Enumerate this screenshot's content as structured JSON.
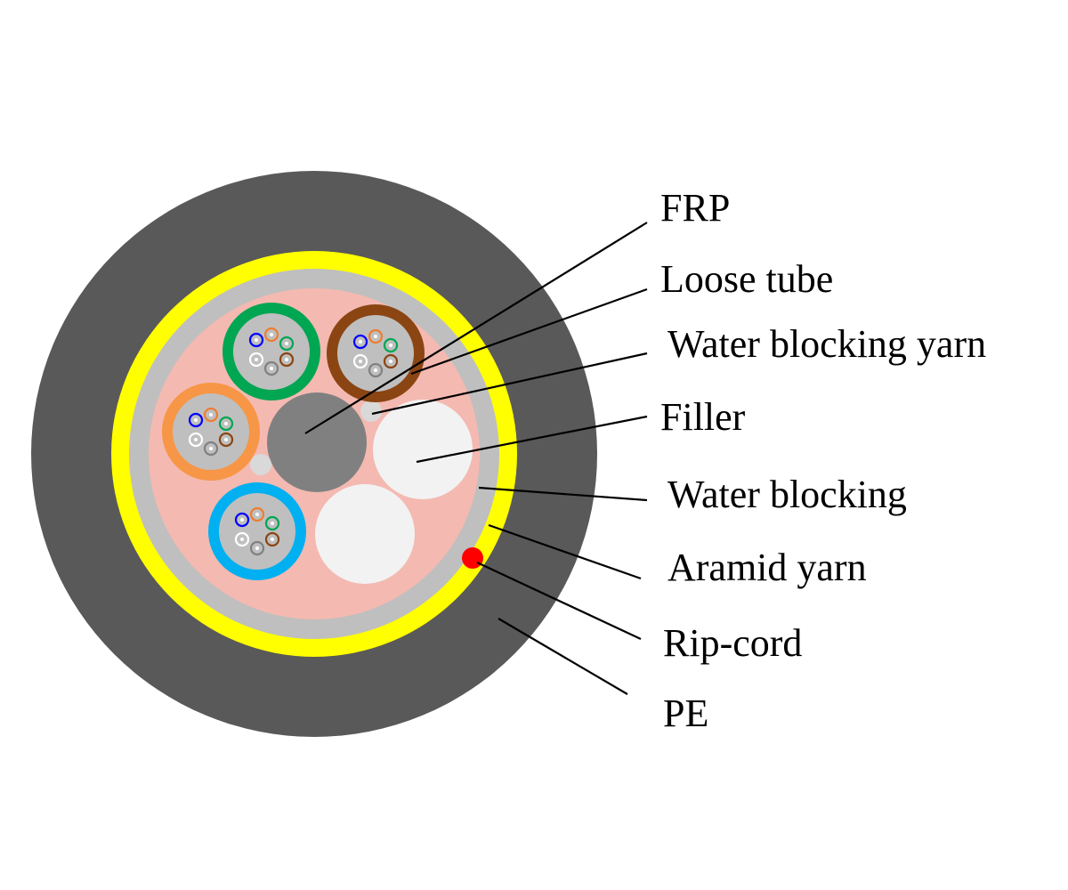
{
  "labels": {
    "frp": "FRP",
    "loose_tube": "Loose tube",
    "water_blocking_yarn": "Water blocking yarn",
    "filler": "Filler",
    "water_blocking": "Water blocking",
    "aramid_yarn": "Aramid yarn",
    "rip_cord": "Rip-cord",
    "pe": "PE"
  },
  "colors": {
    "pe_sheath": "#595959",
    "aramid_yarn": "#ffff00",
    "water_blocking_tape": "#bfbfbf",
    "core_filling": "#f4b9b1",
    "frp": "#808080",
    "filler": "#f2f2f2",
    "water_blocking_yarn": "#d9d9d9",
    "rip_cord": "#ff0000",
    "tube_gel": "#bfbfbf"
  },
  "loose_tubes": [
    {
      "name": "green",
      "color": "#00a651"
    },
    {
      "name": "brown",
      "color": "#8b4513"
    },
    {
      "name": "orange",
      "color": "#f79646"
    },
    {
      "name": "blue",
      "color": "#00b0f0"
    }
  ],
  "fiber_colors": [
    "#0000ff",
    "#ed7d31",
    "#00a651",
    "#8b4513",
    "#808080",
    "#ffffff"
  ]
}
